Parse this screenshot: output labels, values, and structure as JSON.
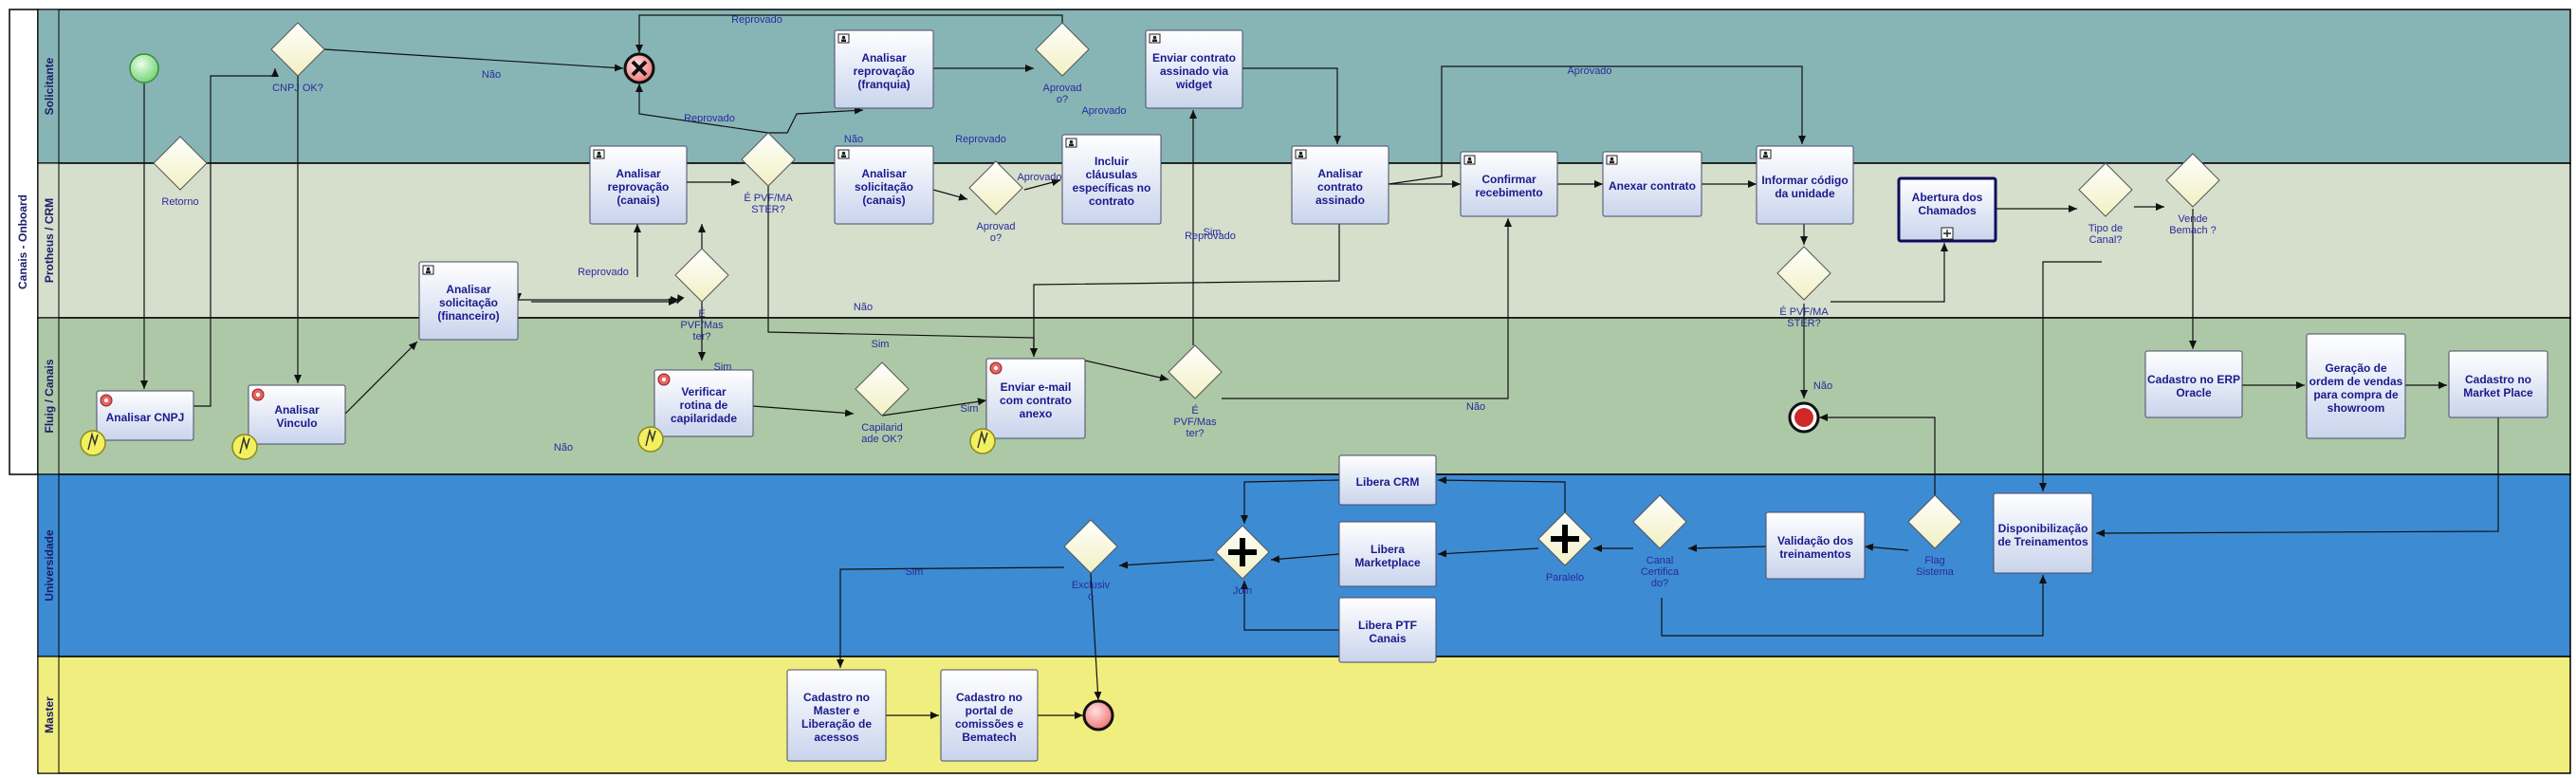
{
  "pool": {
    "title": "Canais - Onboard"
  },
  "lanes": [
    {
      "id": "solicitante",
      "label": "Solicitante",
      "fill": "#87b5b6"
    },
    {
      "id": "protheus",
      "label": "Protheus / CRM",
      "fill": "#d5dfcc"
    },
    {
      "id": "fluig",
      "label": "Fluig / Canais",
      "fill": "#adc8a6"
    },
    {
      "id": "universidade",
      "label": "Universidade",
      "fill": "#3d8bd3"
    },
    {
      "id": "master",
      "label": "Master",
      "fill": "#f0ee7e"
    }
  ],
  "tasks": [
    {
      "id": "t_cnpj",
      "label": "Analisar CNPJ",
      "script": true
    },
    {
      "id": "t_vinculo",
      "label": "Analisar Vinculo",
      "script": true
    },
    {
      "id": "t_fin",
      "label": "Analisar solicitação (financeiro)",
      "user": true
    },
    {
      "id": "t_reprov_canais",
      "label": "Analisar reprovação (canais)",
      "user": true
    },
    {
      "id": "t_capil",
      "label": "Verificar rotina de capilaridade",
      "script": true
    },
    {
      "id": "t_reprov_fran",
      "label": "Analisar reprovação (franquia)",
      "user": true
    },
    {
      "id": "t_solic_canais",
      "label": "Analisar solicitação (canais)",
      "user": true
    },
    {
      "id": "t_clausulas",
      "label": "Incluir cláusulas específicas no contrato",
      "user": true
    },
    {
      "id": "t_email",
      "label": "Enviar e-mail com contrato anexo",
      "script": true
    },
    {
      "id": "t_widget",
      "label": "Enviar contrato assinado via widget",
      "user": true
    },
    {
      "id": "t_assinado",
      "label": "Analisar contrato assinado",
      "user": true
    },
    {
      "id": "t_confirmar",
      "label": "Confirmar recebimento",
      "user": true
    },
    {
      "id": "t_anexar",
      "label": "Anexar contrato",
      "user": true
    },
    {
      "id": "t_codigo",
      "label": "Informar código da unidade",
      "user": true
    },
    {
      "id": "t_chamados",
      "label": "Abertura dos Chamados",
      "sub": true
    },
    {
      "id": "t_erp",
      "label": "Cadastro no ERP Oracle"
    },
    {
      "id": "t_ordem",
      "label": "Geração de ordem de vendas para compra de showroom"
    },
    {
      "id": "t_market",
      "label": "Cadastro no Market Place"
    },
    {
      "id": "t_treinamentos",
      "label": "Disponibilização de Treinamentos"
    },
    {
      "id": "t_validacao",
      "label": "Validação dos treinamentos"
    },
    {
      "id": "t_crm",
      "label": "Libera CRM"
    },
    {
      "id": "t_marketplace",
      "label": "Libera Marketplace"
    },
    {
      "id": "t_ptf",
      "label": "Libera PTF Canais"
    },
    {
      "id": "t_master",
      "label": "Cadastro no Master e Liberação de acessos"
    },
    {
      "id": "t_comissoes",
      "label": "Cadastro no portal de comissões e Bematech"
    }
  ],
  "gateways": [
    {
      "id": "g_cnpj",
      "label": "CNPJ OK?"
    },
    {
      "id": "g_retorno",
      "label": "Retorno"
    },
    {
      "id": "g_aprov_top",
      "label": "Aprovad o?"
    },
    {
      "id": "g_pvf1",
      "label": "É PVF/MA STER?"
    },
    {
      "id": "g_pvf2",
      "label": "É PVF/Mas ter?"
    },
    {
      "id": "g_aprov_mid",
      "label": "Aprovad o?"
    },
    {
      "id": "g_capil",
      "label": "Capilarid ade OK?"
    },
    {
      "id": "g_pvf3",
      "label": "É PVF/Mas ter?"
    },
    {
      "id": "g_pvf4",
      "label": "É PVF/MA STER?"
    },
    {
      "id": "g_tipo",
      "label": "Tipo de Canal?"
    },
    {
      "id": "g_vende",
      "label": "Vende Bemach ?"
    },
    {
      "id": "g_flag",
      "label": "Flag Sistema"
    },
    {
      "id": "g_certif",
      "label": "Canal Certifica do?"
    },
    {
      "id": "g_paralelo",
      "label": "Paralelo"
    },
    {
      "id": "g_join",
      "label": "Join"
    },
    {
      "id": "g_exclusivo",
      "label": "Exclusiv o"
    }
  ],
  "flow_labels": {
    "nao": "Não",
    "sim": "Sim",
    "reprovado": "Reprovado",
    "aprovado": "Aprovado"
  }
}
